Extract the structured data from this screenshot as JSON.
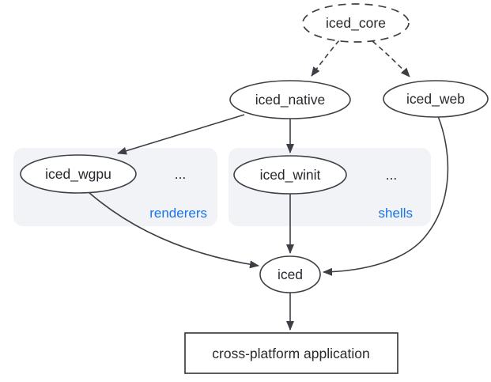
{
  "colors": {
    "background": "#ffffff",
    "line": "#3c4045",
    "text": "#26292e",
    "group_label_blue": "#1a73e8",
    "panel_fill": "#f1f3f6",
    "node_fill": "#ffffff"
  },
  "nodes": {
    "iced_core": {
      "label": "iced_core",
      "shape": "ellipse-dashed"
    },
    "iced_native": {
      "label": "iced_native",
      "shape": "ellipse"
    },
    "iced_web": {
      "label": "iced_web",
      "shape": "ellipse"
    },
    "iced_wgpu": {
      "label": "iced_wgpu",
      "shape": "ellipse"
    },
    "iced_winit": {
      "label": "iced_winit",
      "shape": "ellipse"
    },
    "iced": {
      "label": "iced",
      "shape": "ellipse"
    },
    "application": {
      "label": "cross-platform application",
      "shape": "rectangle"
    }
  },
  "panels": {
    "renderers": {
      "label": "renderers",
      "more": "..."
    },
    "shells": {
      "label": "shells",
      "more": "..."
    }
  },
  "edges": [
    {
      "from": "iced_core",
      "to": "iced_native",
      "style": "dashed"
    },
    {
      "from": "iced_core",
      "to": "iced_web",
      "style": "dashed"
    },
    {
      "from": "iced_native",
      "to": "iced_wgpu",
      "style": "solid"
    },
    {
      "from": "iced_native",
      "to": "iced_winit",
      "style": "solid"
    },
    {
      "from": "iced_wgpu",
      "to": "iced",
      "style": "solid-curved"
    },
    {
      "from": "iced_winit",
      "to": "iced",
      "style": "solid"
    },
    {
      "from": "iced_web",
      "to": "iced",
      "style": "solid-curved"
    },
    {
      "from": "iced",
      "to": "application",
      "style": "solid"
    }
  ]
}
